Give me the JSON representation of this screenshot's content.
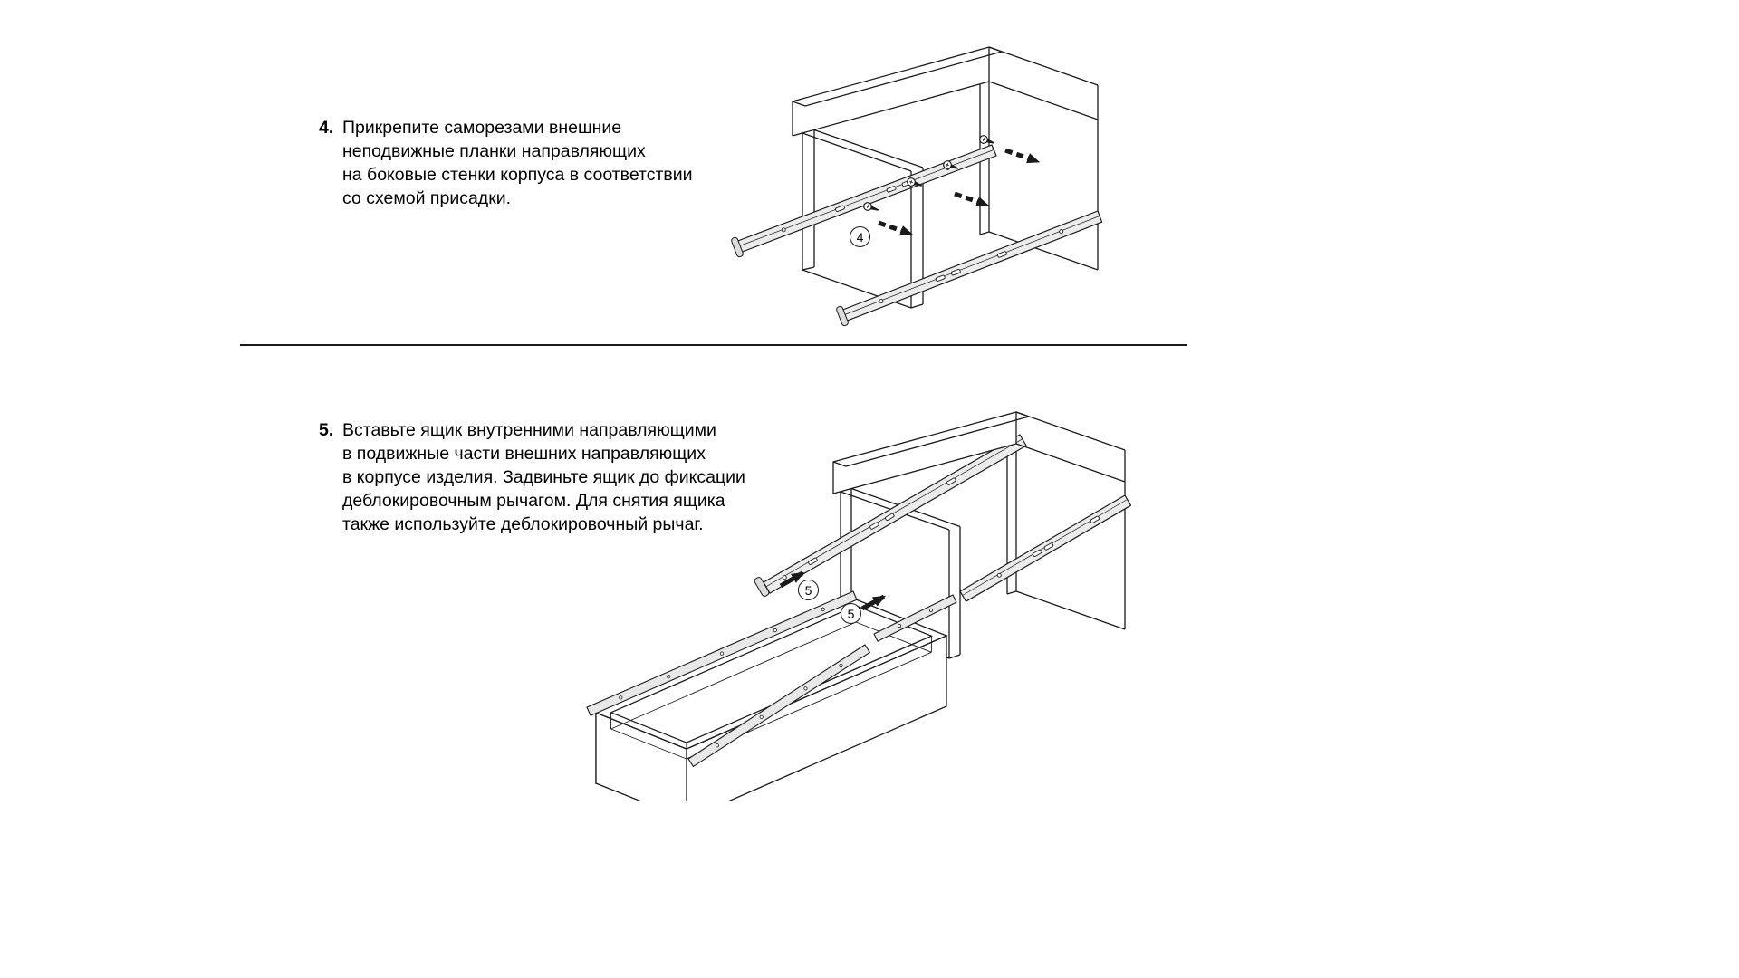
{
  "colors": {
    "background": "#ffffff",
    "line": "#1a1a1a",
    "slide_fill": "#ececec"
  },
  "steps": [
    {
      "number": "4.",
      "lines": [
        "Прикрепите саморезами внешние",
        "неподвижные планки направляющих",
        "на боковые стенки корпуса в соответствии",
        "со схемой присадки."
      ],
      "callouts": [
        "4"
      ]
    },
    {
      "number": "5.",
      "lines": [
        "Вставьте ящик внутренними направляющими",
        "в подвижные части внешних направляющих",
        "в корпусе изделия. Задвиньте ящик до фиксации",
        "деблокировочным рычагом. Для снятия ящика",
        "также используйте деблокировочный рычаг."
      ],
      "callouts": [
        "5",
        "5"
      ]
    }
  ]
}
